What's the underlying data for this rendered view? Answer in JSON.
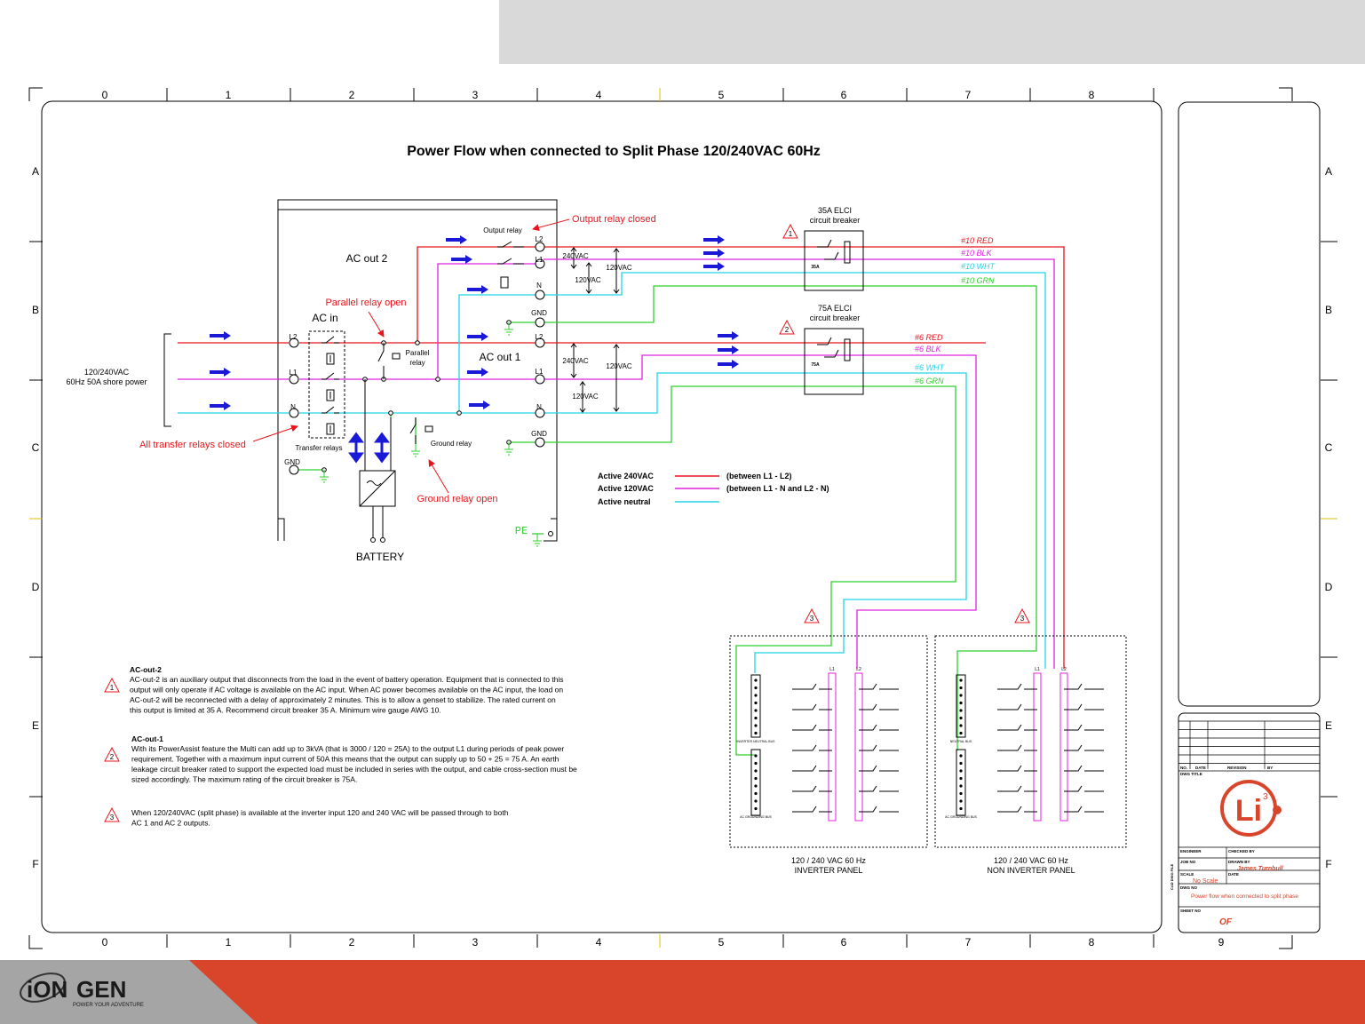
{
  "title": "Power Flow when connected to Split Phase 120/240VAC 60Hz",
  "grid": {
    "cols": [
      "0",
      "1",
      "2",
      "3",
      "4",
      "5",
      "6",
      "7",
      "8"
    ],
    "rows": [
      "A",
      "B",
      "C",
      "D",
      "E",
      "F"
    ],
    "bottom_extra": "9"
  },
  "inverter": {
    "ac_out2": "AC out 2",
    "ac_out1": "AC out 1",
    "ac_in": "AC in",
    "output_relay": "Output relay",
    "parallel_relay": "Parallel relay",
    "ground_relay": "Ground relay",
    "transfer_relays": "Transfer relays",
    "battery": "BATTERY",
    "pe": "PE",
    "gnd": "GND",
    "l1": "L1",
    "l2": "L2",
    "n": "N",
    "v240": "240VAC",
    "v120": "120VAC"
  },
  "shore": {
    "line1": "120/240VAC",
    "line2": "60Hz 50A shore power"
  },
  "callouts": {
    "output_relay_closed": "Output relay closed",
    "parallel_relay_open": "Parallel relay open",
    "all_transfer_closed": "All transfer relays closed",
    "ground_relay_open": "Ground relay open"
  },
  "breakers": [
    {
      "title1": "35A ELCI",
      "title2": "circuit breaker",
      "rating": "35A",
      "marker": "1"
    },
    {
      "title1": "75A ELCI",
      "title2": "circuit breaker",
      "rating": "75A",
      "marker": "2"
    }
  ],
  "wires35": [
    "#10 RED",
    "#10 BLK",
    "#10 WHT",
    "#10 GRN"
  ],
  "wires75": [
    "#6 RED",
    "#6 BLK",
    "#6 WHT",
    "#6 GRN"
  ],
  "legend": [
    {
      "label": "Active 240VAC",
      "desc": "(between L1 - L2)",
      "color": "#e8141b"
    },
    {
      "label": "Active 120VAC",
      "desc": "(between L1 - N and L2 - N)",
      "color": "#e020e0"
    },
    {
      "label": "Active neutral",
      "desc": "",
      "color": "#22d4e8"
    }
  ],
  "panels": [
    {
      "marker": "3",
      "line1": "120 / 240 VAC 60 Hz",
      "line2": "INVERTER PANEL",
      "bus1": "INVERTER NEUTRAL BUS",
      "bus2": "AC GROUNDING BUS"
    },
    {
      "marker": "3",
      "line1": "120 / 240 VAC 60 Hz",
      "line2": "NON INVERTER PANEL",
      "bus1": "NEUTRAL BUS",
      "bus2": "AC GROUNDING BUS"
    }
  ],
  "notes": [
    {
      "marker": "1",
      "heading": "AC-out-2",
      "lines": [
        "AC-out-2 is an auxiliary output that disconnects from the load in the event of battery operation. Equipment that is connected to this",
        "output will only operate if AC voltage is available on the AC input. When AC power becomes available on the AC input, the load on",
        "AC-out-2 will be reconnected with a delay of approximately 2 minutes. This is to allow a genset to stabilize. The rated current on",
        "this output is limited at 35 A.  Recommend circuit breaker 35 A. Minimum wire gauge  AWG 10."
      ]
    },
    {
      "marker": "2",
      "heading": "AC-out-1",
      "lines": [
        "With its PowerAssist feature the Multi can add up to 3kVA (that is 3000 / 120 = 25A) to the output L1 during periods of peak power",
        "requirement. Together with a maximum input current of 50A this means that the output can supply up to 50 + 25 = 75 A. An earth",
        "leakage circuit breaker rated to support the expected load must be included in series with the output, and cable cross-section must be",
        "sized accordingly. The maximum rating of the circuit breaker is 75A."
      ]
    },
    {
      "marker": "3",
      "heading": "",
      "lines": [
        "When 120/240VAC (split phase) is available at the inverter input 120 and 240 VAC will be passed through to both",
        "AC 1 and AC 2 outputs."
      ]
    }
  ],
  "titleblock": {
    "headers": [
      "NO.",
      "DATE",
      "REVISION",
      "BY"
    ],
    "dwg_title": "DWG TITLE",
    "engineer": "ENGINEER",
    "checked_by": "CHECKED BY",
    "job_no": "JOB NO",
    "drawn_by": "DRAWN BY",
    "drawn_by_name": "James  Turnbull",
    "scale": "SCALE",
    "scale_value": "No  Scale",
    "date": "DATE",
    "dwg_no": "DWG NO",
    "dwg_desc": "Power flow when connected to split phase",
    "sheet_no": "SHEET NO",
    "sheet_value": "OF",
    "side_label": "CAD DWG FILE",
    "logo_text": "Li",
    "logo_sup": "3"
  },
  "brand": {
    "name_a": "iON",
    "name_b": "GEN",
    "tagline": "POWER YOUR ADVENTURE",
    "bar_color": "#d9452b"
  }
}
